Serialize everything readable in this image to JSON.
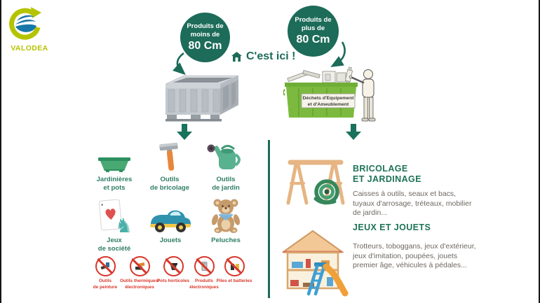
{
  "logo": {
    "brand": "VALODEA",
    "icon": "recycle-arrow-wave-icon"
  },
  "header": {
    "left_circle": {
      "lines": "Produits de\nmoins de",
      "size": "80 Cm"
    },
    "right_circle": {
      "lines": "Produits de\nplus de",
      "size": "80 Cm"
    },
    "location": {
      "label": "C'est ici !",
      "icon": "house-icon"
    }
  },
  "flow": {
    "small_bin_icon": "pallet-box-icon",
    "large_bin_icon": "dumpster-icon",
    "dumpster_label": "Déchets d'Equipement\net d'Ameublement"
  },
  "left_column": {
    "items": [
      {
        "label": "Jardinières\net pots",
        "icon": "planter-icon"
      },
      {
        "label": "Outils\nde bricolage",
        "icon": "hammer-icon"
      },
      {
        "label": "Outils\nde jardin",
        "icon": "watering-can-icon"
      },
      {
        "label": "Jeux\nde société",
        "icon": "playing-card-and-knight-icon"
      },
      {
        "label": "Jouets",
        "icon": "toy-car-icon"
      },
      {
        "label": "Peluches",
        "icon": "teddy-bear-icon"
      }
    ],
    "prohibited": [
      {
        "label": "Outils\nde peinture",
        "icon": "no-paint-tools-icon"
      },
      {
        "label": "Outils thermiques/\nélectroniques",
        "icon": "no-thermal-electronic-tools-icon"
      },
      {
        "label": "Pots horticoles",
        "icon": "no-horticultural-pots-icon"
      },
      {
        "label": "Produits\nélectroniques",
        "icon": "no-electronic-products-icon"
      },
      {
        "label": "Piles et batteries",
        "icon": "no-batteries-icon"
      }
    ]
  },
  "right_column": {
    "sections": [
      {
        "icon": "trestle-and-hose-icon",
        "title": "BRICOLAGE\nET JARDINAGE",
        "body": "Caisses à outils, seaux et bacs, tuyaux d'arrosage, tréteaux, mobilier de jardin..."
      },
      {
        "icon": "dollhouse-and-slide-icon",
        "title": "JEUX ET JOUETS",
        "body": "Trotteurs, toboggans, jeux d'extérieur, jeux d'imitation, poupées, jouets premier âge, véhicules à pédales..."
      }
    ]
  },
  "icons": {
    "knight_glyph": "♞"
  },
  "colors": {
    "dark_green": "#1d6b59",
    "bright_green": "#7cba3f",
    "lime": "#b5c400",
    "wave_blue": "#1777a8",
    "red": "#d8372a",
    "label_green": "#2f7d66",
    "body_gray": "#6d6862"
  }
}
